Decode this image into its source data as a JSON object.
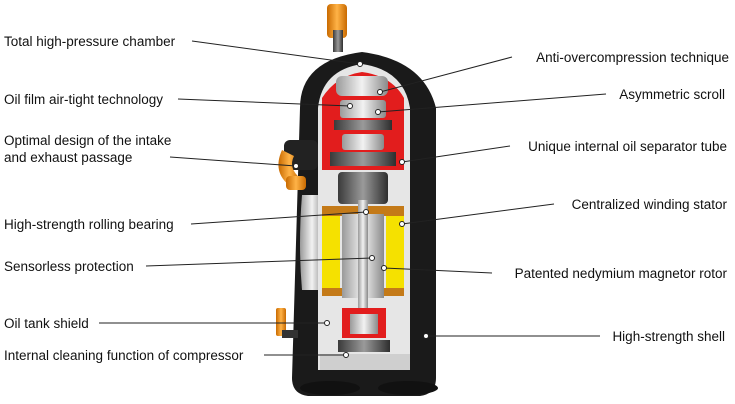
{
  "labels_left": [
    "Total high-pressure chamber",
    "Oil film air-tight technology",
    "Optimal design of the intake",
    "and exhaust passage",
    "High-strength rolling bearing",
    "Sensorless protection",
    "Oil tank shield",
    "Internal cleaning function of compressor"
  ],
  "labels_right": [
    "Anti-overcompression technique",
    "Asymmetric scroll",
    "Unique internal oil separator tube",
    "Centralized winding stator",
    "Patented nedymium magnetor rotor",
    "High-strength shell"
  ],
  "colors": {
    "shell": "#1a1a1a",
    "steel": "#c8c8c8",
    "red_parts": "#e21d1d",
    "winding": "#f5e100",
    "fitting": "#f7921e",
    "leader": "#222222"
  }
}
